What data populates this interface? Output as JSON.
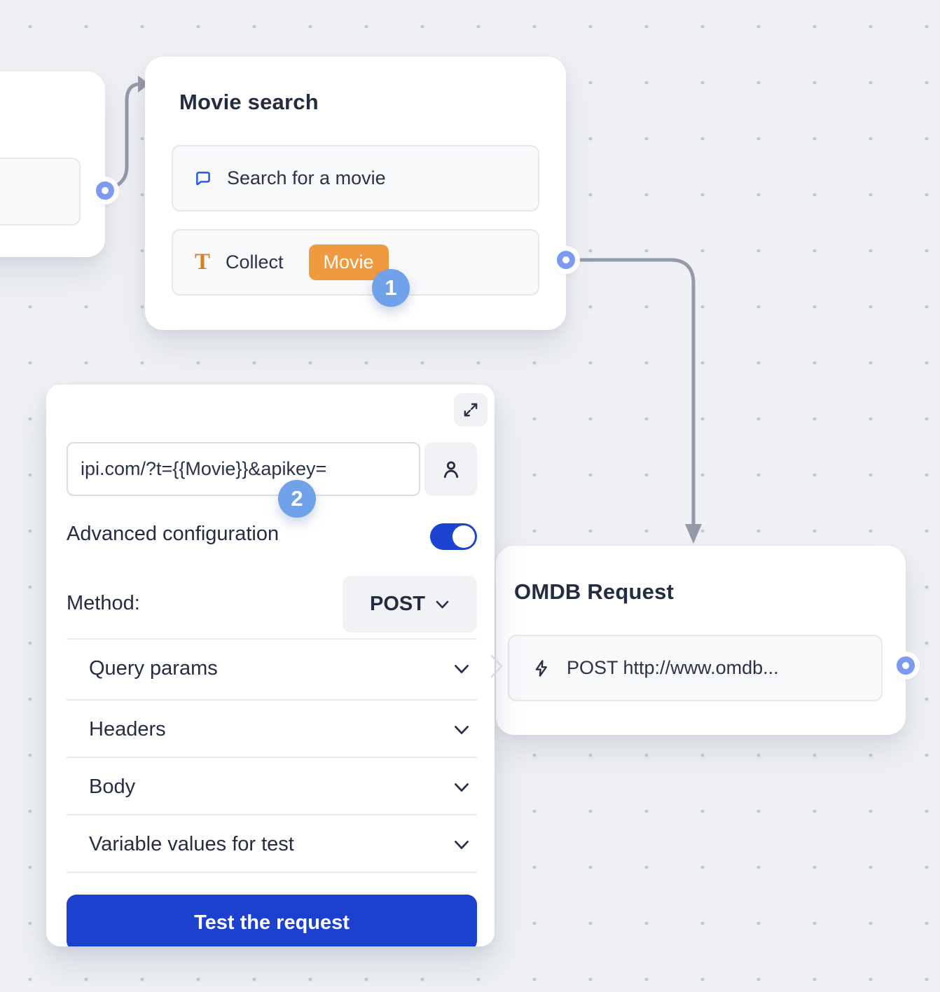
{
  "movie_node": {
    "title": "Movie search",
    "row1": {
      "label": "Search for a movie"
    },
    "row2": {
      "label": "Collect",
      "icon_glyph": "T",
      "variable": "Movie"
    },
    "step": "1"
  },
  "config_panel": {
    "url_value": "ipi.com/?t={{Movie}}&apikey=",
    "step": "2",
    "advanced_label": "Advanced configuration",
    "method_label": "Method:",
    "method_value": "POST",
    "sections": [
      {
        "label": "Query params"
      },
      {
        "label": "Headers"
      },
      {
        "label": "Body"
      },
      {
        "label": "Variable values for test"
      }
    ],
    "test_button_label": "Test the request"
  },
  "omdb_node": {
    "title": "OMDB Request",
    "row": {
      "label": "POST http://www.omdb..."
    }
  },
  "colors": {
    "accent_blue": "#1d41cf",
    "badge_blue": "#6fa2e9",
    "port_blue": "#7b9af0",
    "variable_orange": "#f09a40",
    "connector_gray": "#939aa8"
  }
}
